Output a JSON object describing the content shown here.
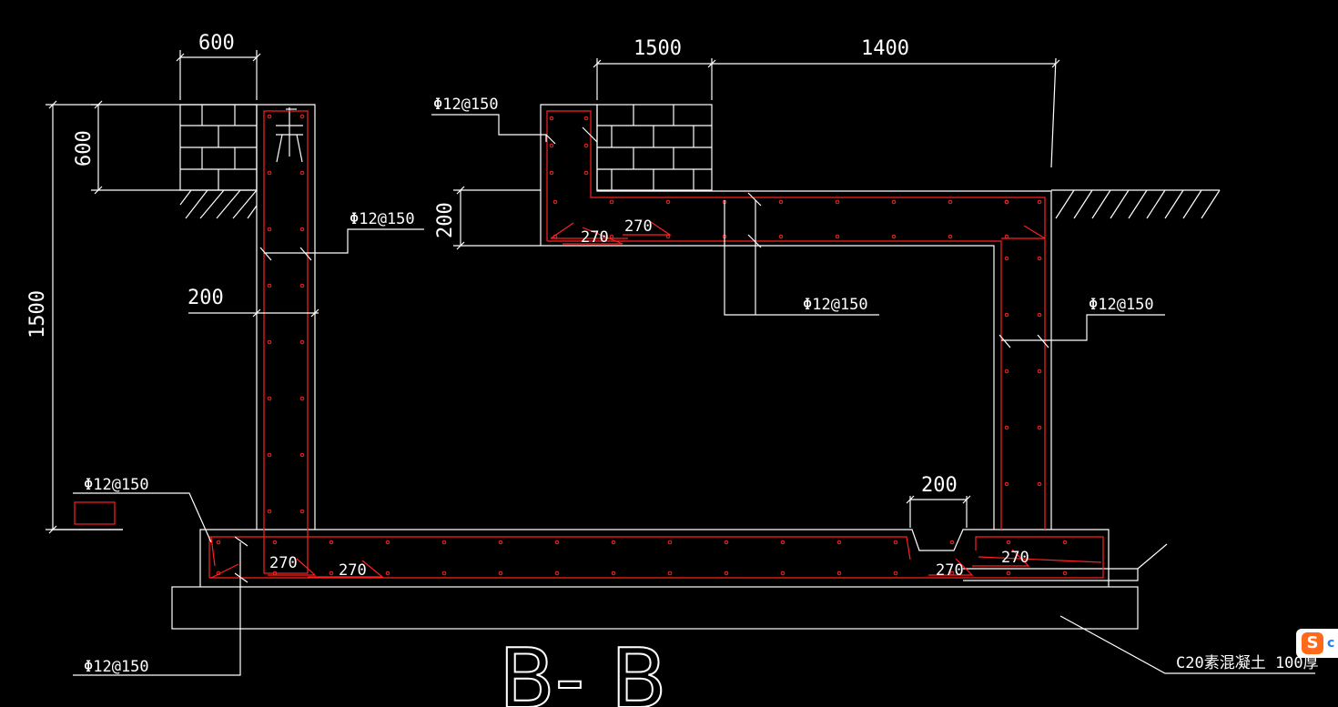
{
  "dimensions": {
    "top_left_width": "600",
    "top_mid_width": "1500",
    "top_right_width": "1400",
    "left_height_small": "600",
    "left_height_total": "1500",
    "slab_thickness": "200",
    "wall_thickness": "200",
    "right_gap": "200"
  },
  "rebar_labels": {
    "top_left_wall": "Φ12@150",
    "left_wall": "Φ12@150",
    "top_slab_mid": "Φ12@150",
    "right_wall": "Φ12@150",
    "base_left_upper": "Φ12@150",
    "base_left_lower": "Φ12@150"
  },
  "anchor_lengths": [
    "270",
    "270",
    "270",
    "270",
    "270",
    "270"
  ],
  "note_concrete": "C20素混凝土 100厚",
  "section_title": "B- B",
  "ime_icon": "sogou-ime-icon"
}
